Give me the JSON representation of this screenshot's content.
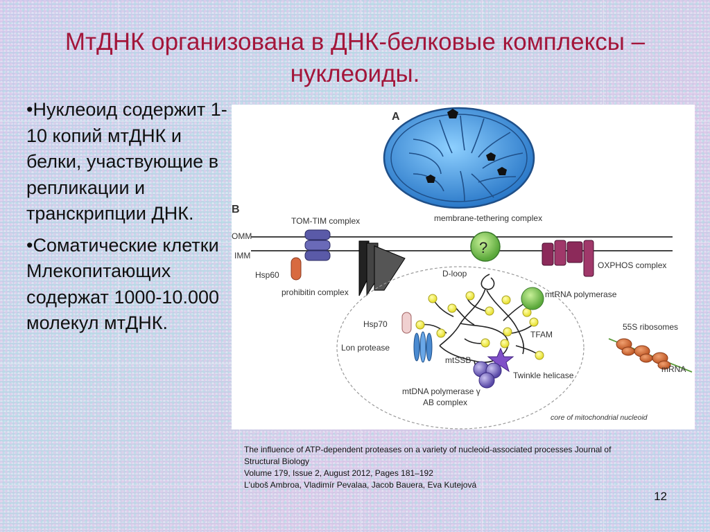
{
  "slide": {
    "title": "МтДНК организована в ДНК-белковые комплексы – нуклеоиды.",
    "bullets": [
      "•Нуклеоид содержит 1-10 копий мтДНК и белки, участвующие в репликации и транскрипции ДНК.",
      "•Соматические клетки Млекопитающих содержат 1000-10.000 молекул мтДНК."
    ],
    "page_number": "12"
  },
  "figure": {
    "panel_a": "A",
    "panel_b": "B",
    "labels": {
      "tom_tim": "TOM-TIM complex",
      "tethering": "membrane-tethering complex",
      "omm": "OMM",
      "imm": "IMM",
      "hsp60": "Hsp60",
      "prohibitin": "prohibitin complex",
      "question": "?",
      "oxphos": "OXPHOS complex",
      "dloop": "D-loop",
      "mtrna_pol": "mtRNA polymerase",
      "hsp70": "Hsp70",
      "lon": "Lon protease",
      "mtssb": "mtSSB",
      "tfam": "TFAM",
      "twinkle": "Twinkle helicase",
      "ribosomes": "55S ribosomes",
      "mrna": "mRNA",
      "mtdna_pol_1": "mtDNA polymerase γ",
      "mtdna_pol_2": "AB complex",
      "core": "core of mitochondrial nucleoid"
    },
    "colors": {
      "mito_blue": "#3a8fd8",
      "tom_tim": "#5a5aa8",
      "oxphos": "#8c2a5a",
      "hsp60": "#d86a40",
      "question_green": "#7ec850",
      "tfam_yellow": "#f2ee50",
      "ribosome": "#d8703a",
      "twinkle": "#8050c8",
      "lon": "#4a8ad0"
    }
  },
  "citation": {
    "line1": "The influence of ATP-dependent proteases on a variety of nucleoid-associated processes Journal of",
    "line2": "Structural Biology",
    "line3": "Volume 179, Issue 2, August 2012, Pages 181–192",
    "line4": "L'uboš Ambroa, Vladimír Pevalaa, Jacob Bauera, Eva Kutejová"
  }
}
